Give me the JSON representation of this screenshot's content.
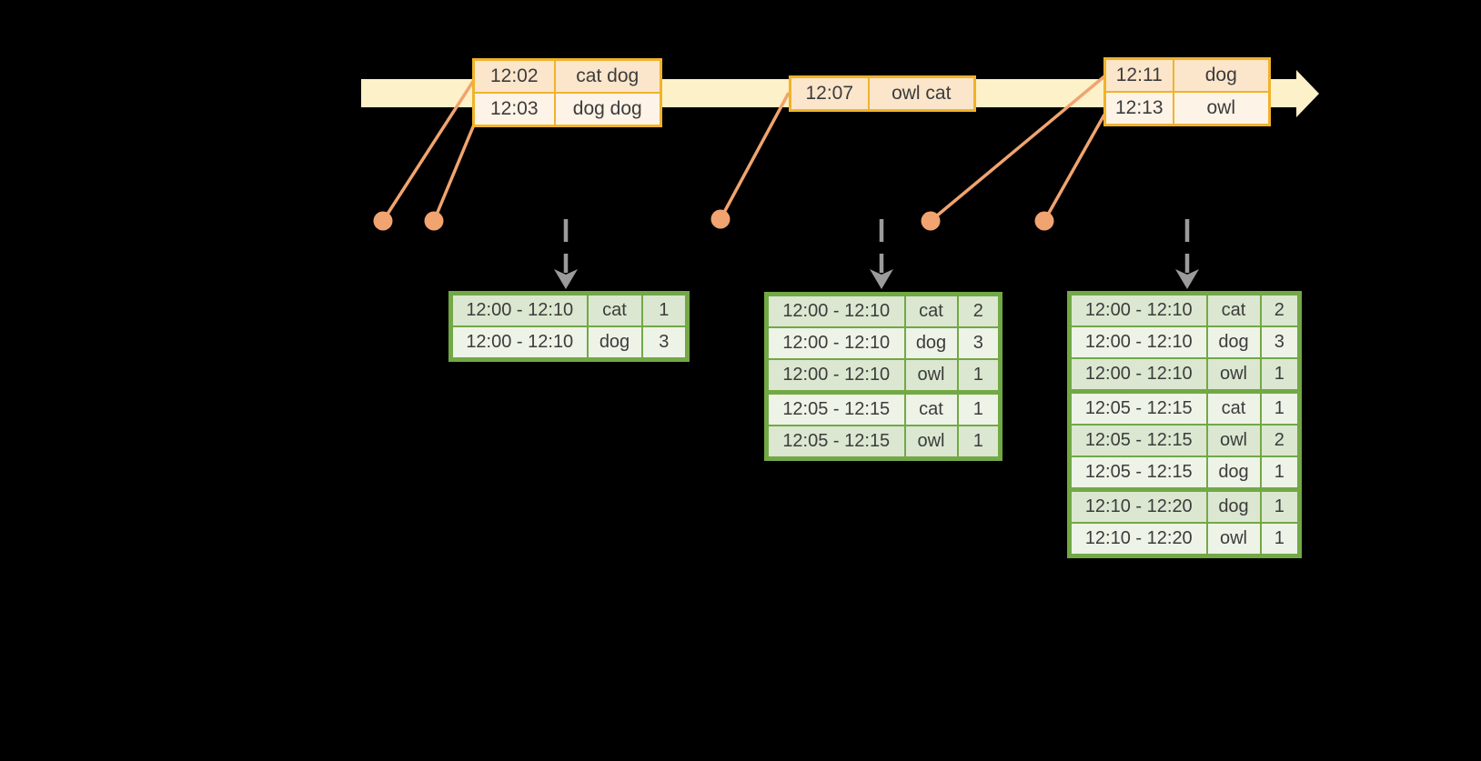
{
  "colors": {
    "background": "#000000",
    "timeline_band": "#fdf1c9",
    "event_table_border": "#f0b32a",
    "event_row_dark": "#fbe5cb",
    "event_row_light": "#fdf3e6",
    "connector_orange": "#f1a46f",
    "trigger_arrow_gray": "#9b9b9b",
    "result_table_border": "#72a845",
    "result_row_dark": "#dbe7d0",
    "result_row_light": "#edf3e7",
    "text": "#3c3c3c"
  },
  "icons": {
    "timeline_arrow": "right-arrow-band",
    "event_dot": "filled-circle",
    "trigger_arrow": "dashed-down-arrow"
  },
  "event_tables": [
    {
      "rows": [
        {
          "time": "12:02",
          "words": "cat dog"
        },
        {
          "time": "12:03",
          "words": "dog dog"
        }
      ]
    },
    {
      "rows": [
        {
          "time": "12:07",
          "words": "owl cat"
        }
      ]
    },
    {
      "rows": [
        {
          "time": "12:11",
          "words": "dog"
        },
        {
          "time": "12:13",
          "words": "owl"
        }
      ]
    }
  ],
  "result_tables": [
    {
      "rows": [
        {
          "window": "12:00 - 12:10",
          "word": "cat",
          "count": "1"
        },
        {
          "window": "12:00 - 12:10",
          "word": "dog",
          "count": "3"
        }
      ]
    },
    {
      "rows": [
        {
          "window": "12:00 - 12:10",
          "word": "cat",
          "count": "2"
        },
        {
          "window": "12:00 - 12:10",
          "word": "dog",
          "count": "3"
        },
        {
          "window": "12:00 - 12:10",
          "word": "owl",
          "count": "1"
        },
        {
          "window": "12:05 - 12:15",
          "word": "cat",
          "count": "1"
        },
        {
          "window": "12:05 - 12:15",
          "word": "owl",
          "count": "1"
        }
      ]
    },
    {
      "rows": [
        {
          "window": "12:00 - 12:10",
          "word": "cat",
          "count": "2"
        },
        {
          "window": "12:00 - 12:10",
          "word": "dog",
          "count": "3"
        },
        {
          "window": "12:00 - 12:10",
          "word": "owl",
          "count": "1"
        },
        {
          "window": "12:05 - 12:15",
          "word": "cat",
          "count": "1"
        },
        {
          "window": "12:05 - 12:15",
          "word": "owl",
          "count": "2"
        },
        {
          "window": "12:05 - 12:15",
          "word": "dog",
          "count": "1"
        },
        {
          "window": "12:10 - 12:20",
          "word": "dog",
          "count": "1"
        },
        {
          "window": "12:10 - 12:20",
          "word": "owl",
          "count": "1"
        }
      ]
    }
  ]
}
